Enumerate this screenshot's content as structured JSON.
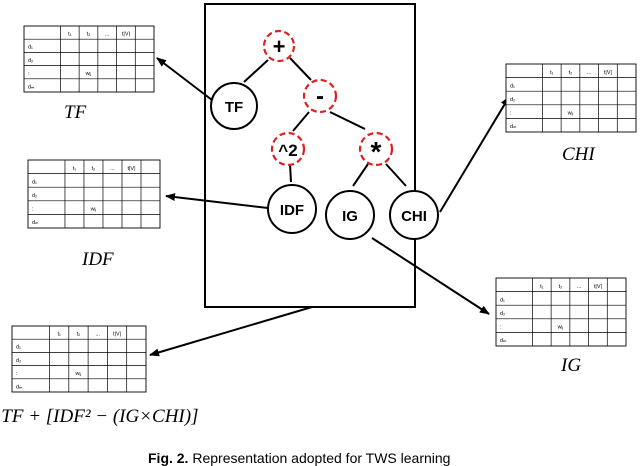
{
  "tree": {
    "operators": {
      "root": "+",
      "minus": "-",
      "square": "^2",
      "times": "*"
    },
    "leaves": {
      "tf": "TF",
      "idf": "IDF",
      "ig": "IG",
      "chi": "CHI"
    }
  },
  "labels": {
    "tf": "TF",
    "idf": "IDF",
    "chi": "CHI",
    "ig": "IG"
  },
  "matrix": {
    "headers": [
      "t₁",
      "t₂",
      "...",
      "t|V|"
    ],
    "rows": [
      "d₁",
      "d₂",
      ":",
      "dₘ"
    ],
    "cell": "wᵢⱼ"
  },
  "formula": {
    "prefix": ":",
    "text": "TF + [IDF² − (IG×CHI)]"
  },
  "caption": {
    "label": "Fig. 2.",
    "text": "Representation adopted for TWS learning"
  }
}
